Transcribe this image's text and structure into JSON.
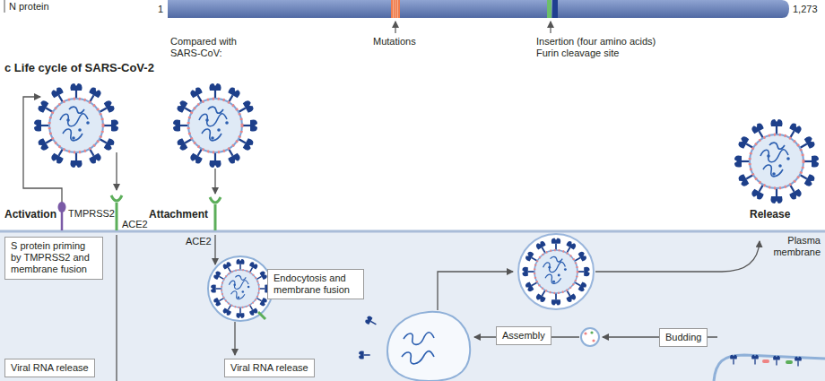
{
  "diagram": {
    "title": "c Life cycle of SARS-CoV-2",
    "nodes": [
      {
        "text": [
          "S protein priming by TMPRSS2 and membrane fusion"
        ]
      },
      {
        "text": [
          "Endocytosis and membrane fusion"
        ]
      },
      {
        "text": [
          "Assembly"
        ]
      },
      {
        "text": [
          "Budding"
        ]
      },
      {
        "text": [
          "Viral RNA release"
        ]
      },
      {
        "text": [
          "Viral RNA release"
        ]
      }
    ],
    "labels": [
      "N protein",
      "1",
      "1,273",
      "Compared with SARS-CoV:",
      "Mutations",
      "Insertion (four amino acids)",
      "Furin cleavage site",
      "Activation",
      "TMPRSS2",
      "ACE2",
      "Attachment",
      "ACE2",
      "Release",
      "Plasma membrane"
    ]
  }
}
